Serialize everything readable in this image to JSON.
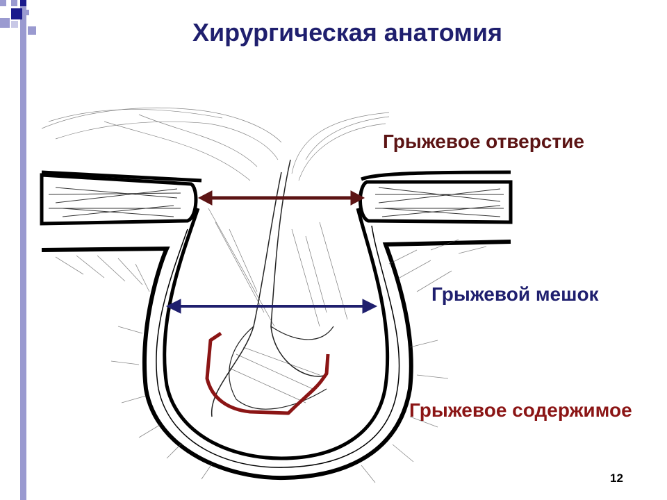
{
  "slide": {
    "title": "Хирургическая анатомия",
    "page_number": "12"
  },
  "labels": {
    "hernia_opening": "Грыжевое отверстие",
    "hernia_sac": "Грыжевой мешок",
    "hernia_contents": "Грыжевое содержимое"
  },
  "colors": {
    "title": "#1f1f6e",
    "hernia_opening": "#5c1414",
    "hernia_sac": "#1f1f6e",
    "hernia_contents": "#8b1515",
    "decor_dark": "#1a1a8c",
    "decor_light": "#9a9ad0"
  },
  "icons": {
    "decor": "square-pattern-icon",
    "opening_marker": "double-arrow-icon",
    "sac_marker": "double-arrow-icon",
    "contents_marker": "outline-icon"
  }
}
